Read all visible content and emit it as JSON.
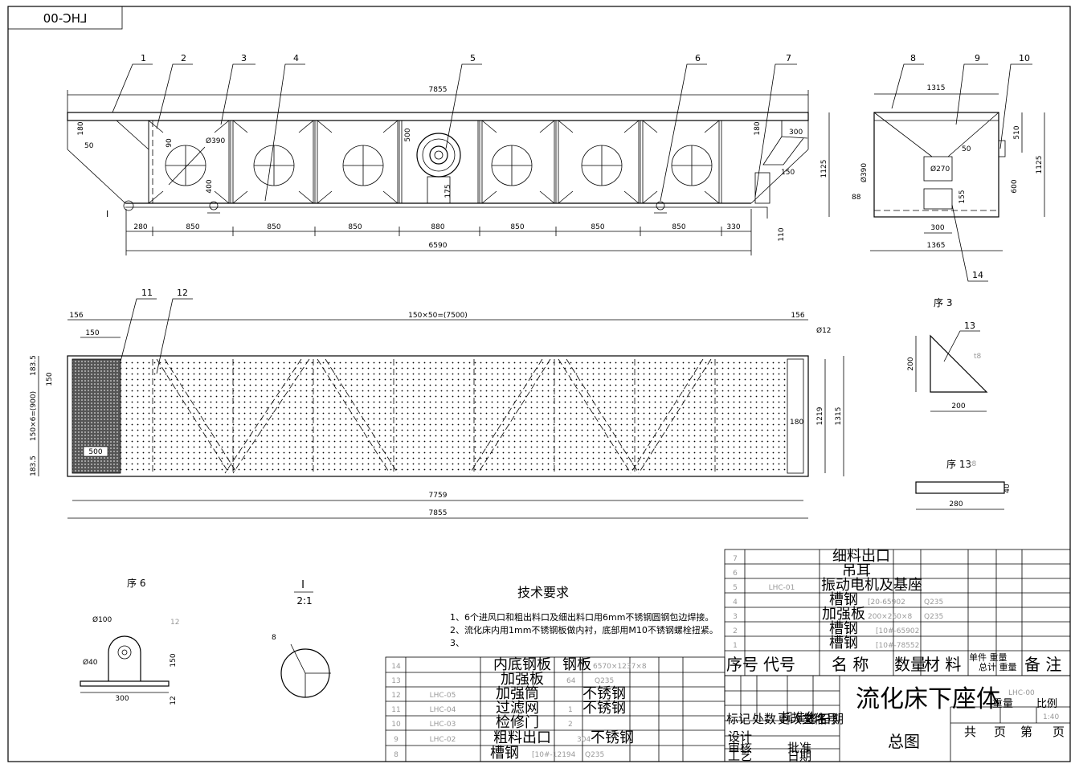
{
  "drawing_no": "LHC-00",
  "balloons": [
    "1",
    "2",
    "3",
    "4",
    "5",
    "6",
    "7",
    "8",
    "9",
    "10",
    "11",
    "12",
    "13",
    "14"
  ],
  "front_view": {
    "dims_top": "7855",
    "dims_bottom": [
      "280",
      "850",
      "850",
      "850",
      "880",
      "850",
      "850",
      "850",
      "330"
    ],
    "dim_total": "6590",
    "dim_height": "1125",
    "dim_extra": [
      "180",
      "50",
      "90",
      "Ø390",
      "400",
      "500",
      "175",
      "180",
      "300",
      "150",
      "110"
    ],
    "detail_mark": "I"
  },
  "side_view": {
    "dims": [
      "1315",
      "510",
      "1125",
      "Ø390",
      "Ø270",
      "50",
      "600",
      "88",
      "155",
      "300",
      "1365"
    ]
  },
  "plan_view": {
    "top_dims": [
      "156",
      "150",
      "150×50=(7500)",
      "156",
      "Ø12"
    ],
    "left_dims": [
      "183.5",
      "150",
      "150×6=(900)",
      "183.5"
    ],
    "right_dims": [
      "180",
      "1219",
      "1315"
    ],
    "inner_label": "500",
    "bottom_dims": [
      "7759",
      "7855"
    ]
  },
  "detail3": {
    "title": "序 3",
    "dims": [
      "200",
      "200",
      "t8"
    ]
  },
  "detail13": {
    "title": "序 13",
    "dims": [
      "t8",
      "40",
      "280"
    ]
  },
  "detail6": {
    "title": "序 6",
    "dims": [
      "Ø100",
      "Ø40",
      "12",
      "150",
      "300",
      "12"
    ]
  },
  "detail_i": {
    "title": "I",
    "scale": "2:1",
    "mark": "8"
  },
  "tech_req": {
    "title": "技术要求",
    "lines": [
      "1、6个进风口和粗出料口及细出料口用6mm不锈钢圆钢包边焊接。",
      "2、流化床内用1mm不锈钢板做内衬，底部用M10不锈钢螺栓扭紧。",
      "3、"
    ]
  },
  "bom_right": {
    "rows": [
      {
        "no": "7",
        "code": "",
        "name": "细料出口",
        "qty": "",
        "material": "",
        "note": ""
      },
      {
        "no": "6",
        "code": "",
        "name": "吊耳",
        "qty": "",
        "material": "",
        "note": ""
      },
      {
        "no": "5",
        "code": "LHC-01",
        "name": "振动电机及基座",
        "qty": "",
        "material": "",
        "note": ""
      },
      {
        "no": "4",
        "code": "",
        "name": "槽钢",
        "qty": "[20-65902",
        "material": "Q235",
        "note": ""
      },
      {
        "no": "3",
        "code": "",
        "name": "加强板",
        "qty": "200×260×8",
        "material": "Q235",
        "note": ""
      },
      {
        "no": "2",
        "code": "",
        "name": "槽钢",
        "qty": "[10#-65902",
        "material": "",
        "note": ""
      },
      {
        "no": "1",
        "code": "",
        "name": "槽钢",
        "qty": "[10#-78552",
        "material": "",
        "note": ""
      }
    ],
    "header": [
      "序号",
      "代号",
      "名 称",
      "数量",
      "材 料",
      "单件 重量",
      "总计 重量",
      "备 注"
    ]
  },
  "bom_left": {
    "rows": [
      {
        "no": "14",
        "code": "",
        "name": "内底钢板",
        "qty": "",
        "material": "钢板",
        "note": "6570×1237×8"
      },
      {
        "no": "13",
        "code": "",
        "name": "加强板",
        "qty": "64",
        "material": "Q235",
        "note": ""
      },
      {
        "no": "12",
        "code": "LHC-05",
        "name": "加强筒",
        "qty": "",
        "material": "不锈钢",
        "note": ""
      },
      {
        "no": "11",
        "code": "LHC-04",
        "name": "过滤网",
        "qty": "1",
        "material": "不锈钢",
        "note": ""
      },
      {
        "no": "10",
        "code": "LHC-03",
        "name": "检修门",
        "qty": "2",
        "material": "",
        "note": ""
      },
      {
        "no": "9",
        "code": "LHC-02",
        "name": "粗料出口",
        "qty": "304",
        "material": "不锈钢",
        "note": ""
      },
      {
        "no": "8",
        "code": "",
        "name": "槽钢",
        "qty": "[10#-12194",
        "material": "Q235",
        "note": ""
      }
    ]
  },
  "title_block": {
    "part_name": "流化床下座体",
    "drawing_type": "总图",
    "code": "LHC-00",
    "rev_row": [
      "标记",
      "处数",
      "更改文件号",
      "签名",
      "日期"
    ],
    "sign_rows": [
      "设计",
      "标准化",
      "审核",
      "工艺",
      "批准",
      "日期"
    ],
    "right_labels": [
      "重量",
      "比例",
      "1:40"
    ],
    "sheet": [
      "共",
      "页",
      "第",
      "页"
    ]
  }
}
